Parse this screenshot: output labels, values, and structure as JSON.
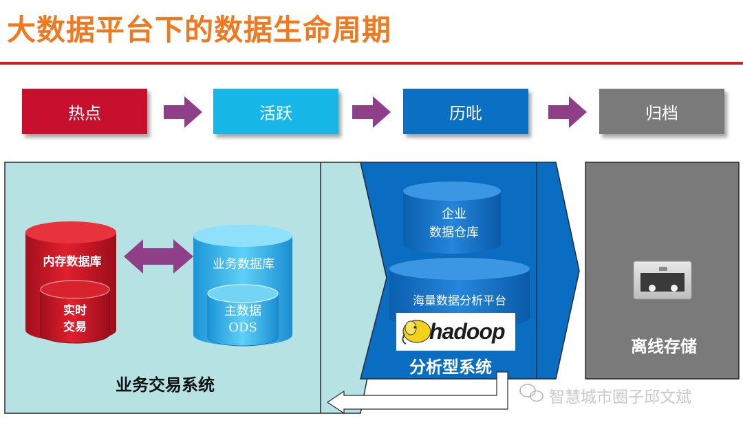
{
  "title": "大数据平台下的数据生命周期",
  "stages": [
    {
      "label": "热点",
      "color": "#c8102e"
    },
    {
      "label": "活跃",
      "color": "#17b7e8"
    },
    {
      "label": "历吡",
      "color": "#0b6fc4"
    },
    {
      "label": "归档",
      "color": "#7a7a7a"
    }
  ],
  "business_system": {
    "label": "业务交易系统",
    "inmemory_db": {
      "label": "内存数据库",
      "inner_label": "实时\n交易"
    },
    "business_db": {
      "label": "业务数据库",
      "inner_label": "主数据\nODS"
    }
  },
  "analytics_system": {
    "label": "分析型系统",
    "enterprise_dw": "企业\n数据仓库",
    "mass_platform": "海量数据分析平台",
    "logo_text": "hadoop"
  },
  "archive": {
    "label": "离线存储"
  },
  "watermark": "智慧城市圈子邱文斌"
}
